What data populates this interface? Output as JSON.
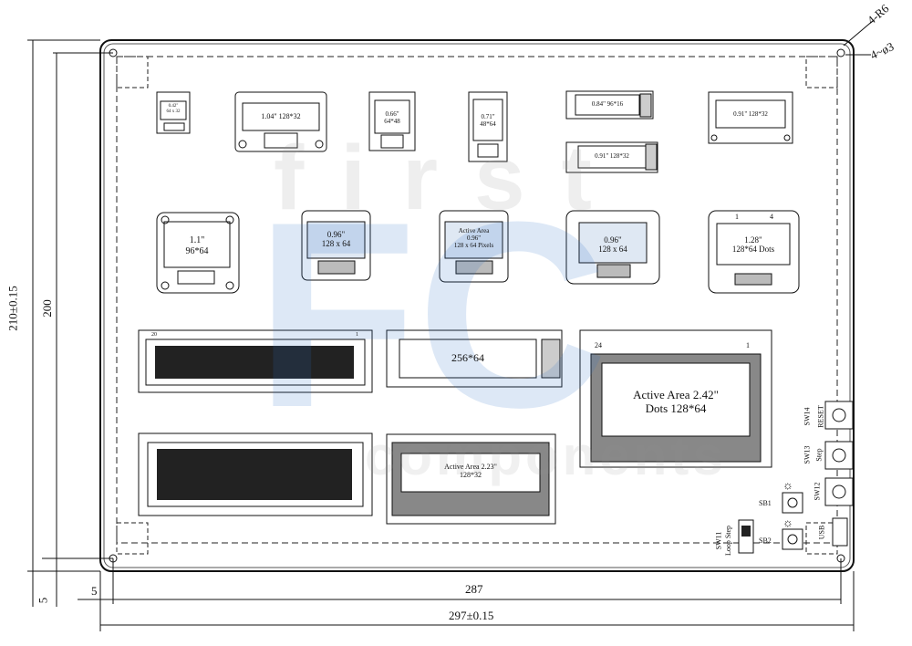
{
  "dimensions": {
    "radius": "4-R6",
    "holes": "4~ø3",
    "height_outer": "210±0.15",
    "height_inner": "200",
    "margin_small": "5",
    "margin_small_left": "5",
    "width_inner": "287",
    "width_outer": "297±0.15"
  },
  "watermark": {
    "brand": "FC",
    "top_word": "first",
    "bottom_word": "components"
  },
  "modules": {
    "m1": "0.42\"\n64 x 32",
    "m2": "1.04\"  128*32",
    "m3": "0.66\"\n64*48",
    "m4": "0.71\"\n48*64",
    "m5": "0.84\"  96*16",
    "m6": "0.91\"  128*32",
    "m7": "0.91\"  128*32",
    "m8": "1.1\"\n96*64",
    "m9": "0.96\"\n128 x 64",
    "m10": "Active Area\n0.96\"\n128 x 64 Pixels",
    "m11": "0.96\"\n128 x 64",
    "m12": "1.28\"\n128*64 Dots",
    "m13": "256*64",
    "m14": "Active Area 2.42\"\nDots 128*64",
    "m15": "Active Area 2.23\"\n128*32"
  },
  "pins": {
    "p1": "20",
    "p2": "1",
    "p3": "24",
    "p4": "1",
    "p5": "1",
    "p6": "4"
  },
  "switches": {
    "sw14": "SW14",
    "sw14_name": "RESET",
    "sw13": "SW13",
    "sw13_name": "Step",
    "sw12": "SW12",
    "sb1": "SB1",
    "sb2": "SB2",
    "sw11": "SW11",
    "sw11_name": "Loop Step",
    "usb": "USB"
  }
}
